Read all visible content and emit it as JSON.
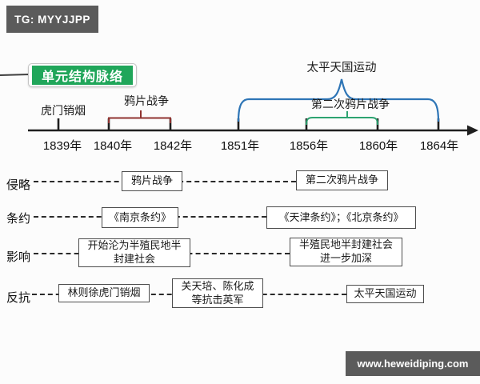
{
  "title": "单元结构脉络",
  "watermarks": {
    "top": "TG: MYYJJPP",
    "bottom": "www.heweidiping.com"
  },
  "timeline": {
    "years": [
      "1839年",
      "1840年",
      "1842年",
      "1851年",
      "1856年",
      "1860年",
      "1864年"
    ],
    "humen_label": "虎门销烟",
    "opium_war_label": "鸦片战争",
    "taiping_label": "太平天国运动",
    "second_opium_war_label": "第二次鸦片战争"
  },
  "rows": [
    {
      "label": "侵略",
      "boxes": [
        {
          "lines": [
            "鸦片战争"
          ]
        },
        {
          "lines": [
            "第二次鸦片战争"
          ]
        }
      ]
    },
    {
      "label": "条约",
      "boxes": [
        {
          "lines": [
            "《南京条约》"
          ]
        },
        {
          "lines": [
            "《天津条约》；《北京条约》"
          ]
        }
      ]
    },
    {
      "label": "影响",
      "boxes": [
        {
          "lines": [
            "开始沦为半殖民地半",
            "封建社会"
          ]
        },
        {
          "lines": [
            "半殖民地半封建社会",
            "进一步加深"
          ]
        }
      ]
    },
    {
      "label": "反抗",
      "boxes": [
        {
          "lines": [
            "林则徐虎门销烟"
          ]
        },
        {
          "lines": [
            "关天培、陈化成",
            "等抗击英军"
          ]
        },
        {
          "lines": [
            "太平天国运动"
          ]
        }
      ]
    }
  ],
  "colors": {
    "badge_bg": "#5b5b5b",
    "title_bg": "#20a65a",
    "axis": "#1f1f1f",
    "connector": "#3f3f3f",
    "brace_red": "#8f3330",
    "brace_blue": "#2e75b6",
    "brace_green": "#2ca370",
    "box_border": "#4d4d4d"
  }
}
